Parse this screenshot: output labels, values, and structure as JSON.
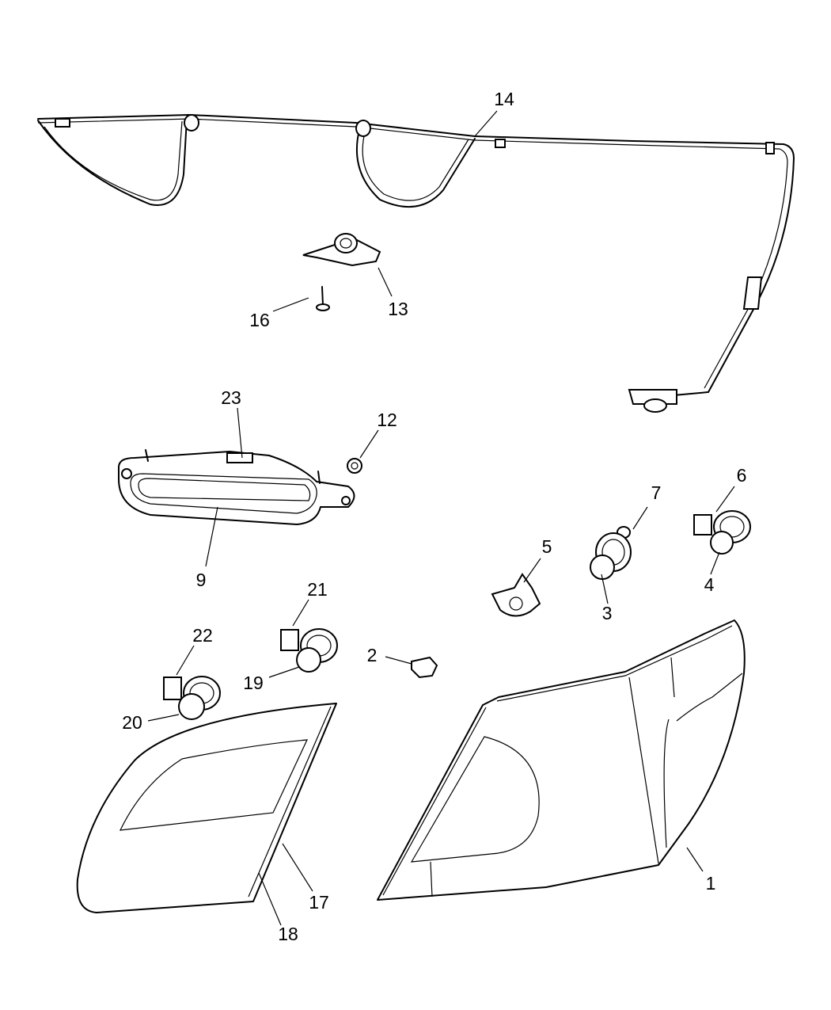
{
  "callouts": {
    "c1": "1",
    "c2": "2",
    "c3": "3",
    "c4": "4",
    "c5": "5",
    "c6": "6",
    "c7": "7",
    "c9": "9",
    "c12": "12",
    "c13": "13",
    "c14": "14",
    "c16": "16",
    "c17": "17",
    "c18": "18",
    "c19": "19",
    "c20": "20",
    "c21": "21",
    "c22": "22",
    "c23": "23"
  }
}
